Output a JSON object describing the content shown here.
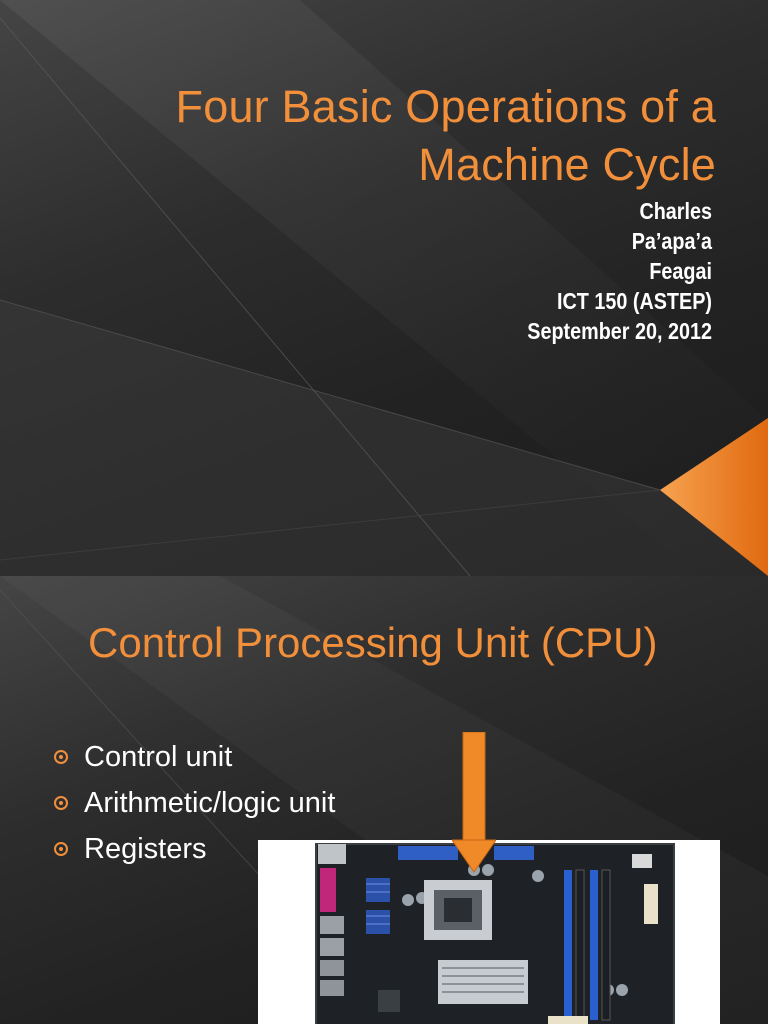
{
  "slide1": {
    "title_line1": "Four Basic Operations of a",
    "title_line2": "Machine Cycle",
    "subtitle_lines": [
      "Charles",
      "Pa’apa’a",
      "Feagai",
      "ICT 150 (ASTEP)",
      "September 20, 2012"
    ]
  },
  "slide2": {
    "title": "Control Processing Unit (CPU)",
    "bullets": [
      "Control unit",
      "Arithmetic/logic unit",
      "Registers"
    ]
  },
  "colors": {
    "accent": "#f28f3b",
    "background_dark": "#222222",
    "text": "#ffffff"
  }
}
